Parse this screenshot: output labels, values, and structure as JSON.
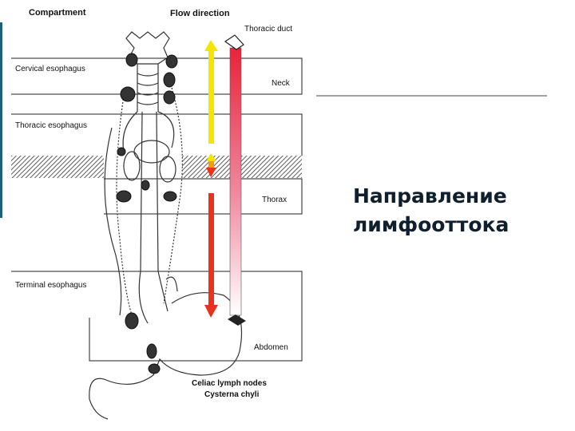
{
  "headers": {
    "compartment": "Compartment",
    "flow_direction": "Flow direction",
    "thoracic_duct": "Thoracic duct"
  },
  "compartments": {
    "cervical": "Cervical esophagus",
    "thoracic": "Thoracic esophagus",
    "terminal": "Terminal esophagus"
  },
  "regions": {
    "neck": "Neck",
    "thorax": "Thorax",
    "abdomen": "Abdomen"
  },
  "bottom_labels": {
    "celiac": "Celiac lymph nodes",
    "cisterna": "Cysterna chyli"
  },
  "slide_title": {
    "line1": "Направление",
    "line2": "лимфооттока"
  },
  "colors": {
    "upward_arrow": "#f2e600",
    "downward_arrow": "#e8321e",
    "duct_top": "#e8233a",
    "duct_bottom": "#ffffff",
    "accent": "#1f5f7a"
  }
}
